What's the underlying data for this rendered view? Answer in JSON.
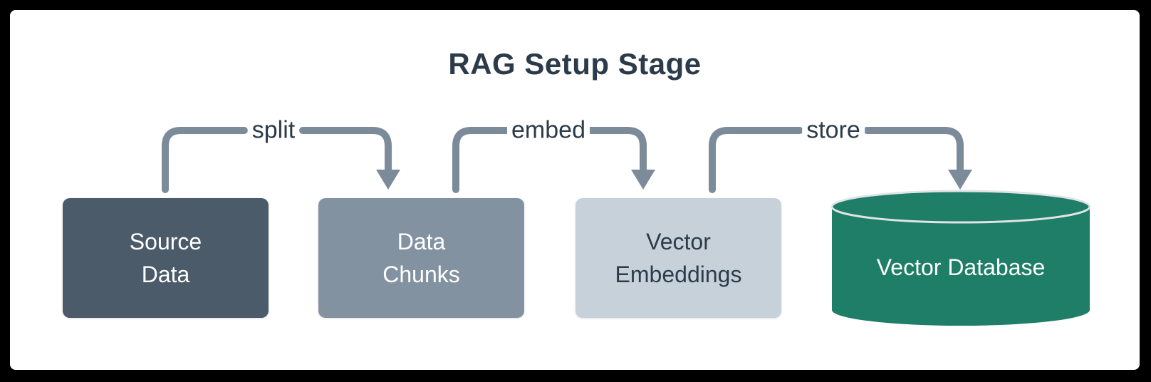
{
  "diagram": {
    "title": "RAG Setup Stage",
    "nodes": [
      {
        "id": "source-data",
        "shape": "rect",
        "lines": [
          "Source",
          "Data"
        ],
        "fill": "#4b5b69",
        "text_color": "#ffffff"
      },
      {
        "id": "data-chunks",
        "shape": "rect",
        "lines": [
          "Data",
          "Chunks"
        ],
        "fill": "#8392a1",
        "text_color": "#ffffff"
      },
      {
        "id": "vector-embeddings",
        "shape": "rect",
        "lines": [
          "Vector",
          "Embeddings"
        ],
        "fill": "#c6d1d9",
        "text_color": "#2d3c4b"
      },
      {
        "id": "vector-database",
        "shape": "cylinder",
        "label": "Vector Database",
        "fill": "#1f7e67",
        "text_color": "#ffffff"
      }
    ],
    "edges": [
      {
        "label": "split",
        "from": "source-data",
        "to": "data-chunks"
      },
      {
        "label": "embed",
        "from": "data-chunks",
        "to": "vector-embeddings"
      },
      {
        "label": "store",
        "from": "vector-embeddings",
        "to": "vector-database"
      }
    ]
  },
  "colors": {
    "page_background": "#000000",
    "card_background": "#ffffff",
    "title_text": "#2b3b4a",
    "edge_label_text": "#2d3c4b",
    "arrow": "#7c8b99",
    "cylinder_lid_stroke": "#e0e4e7"
  }
}
